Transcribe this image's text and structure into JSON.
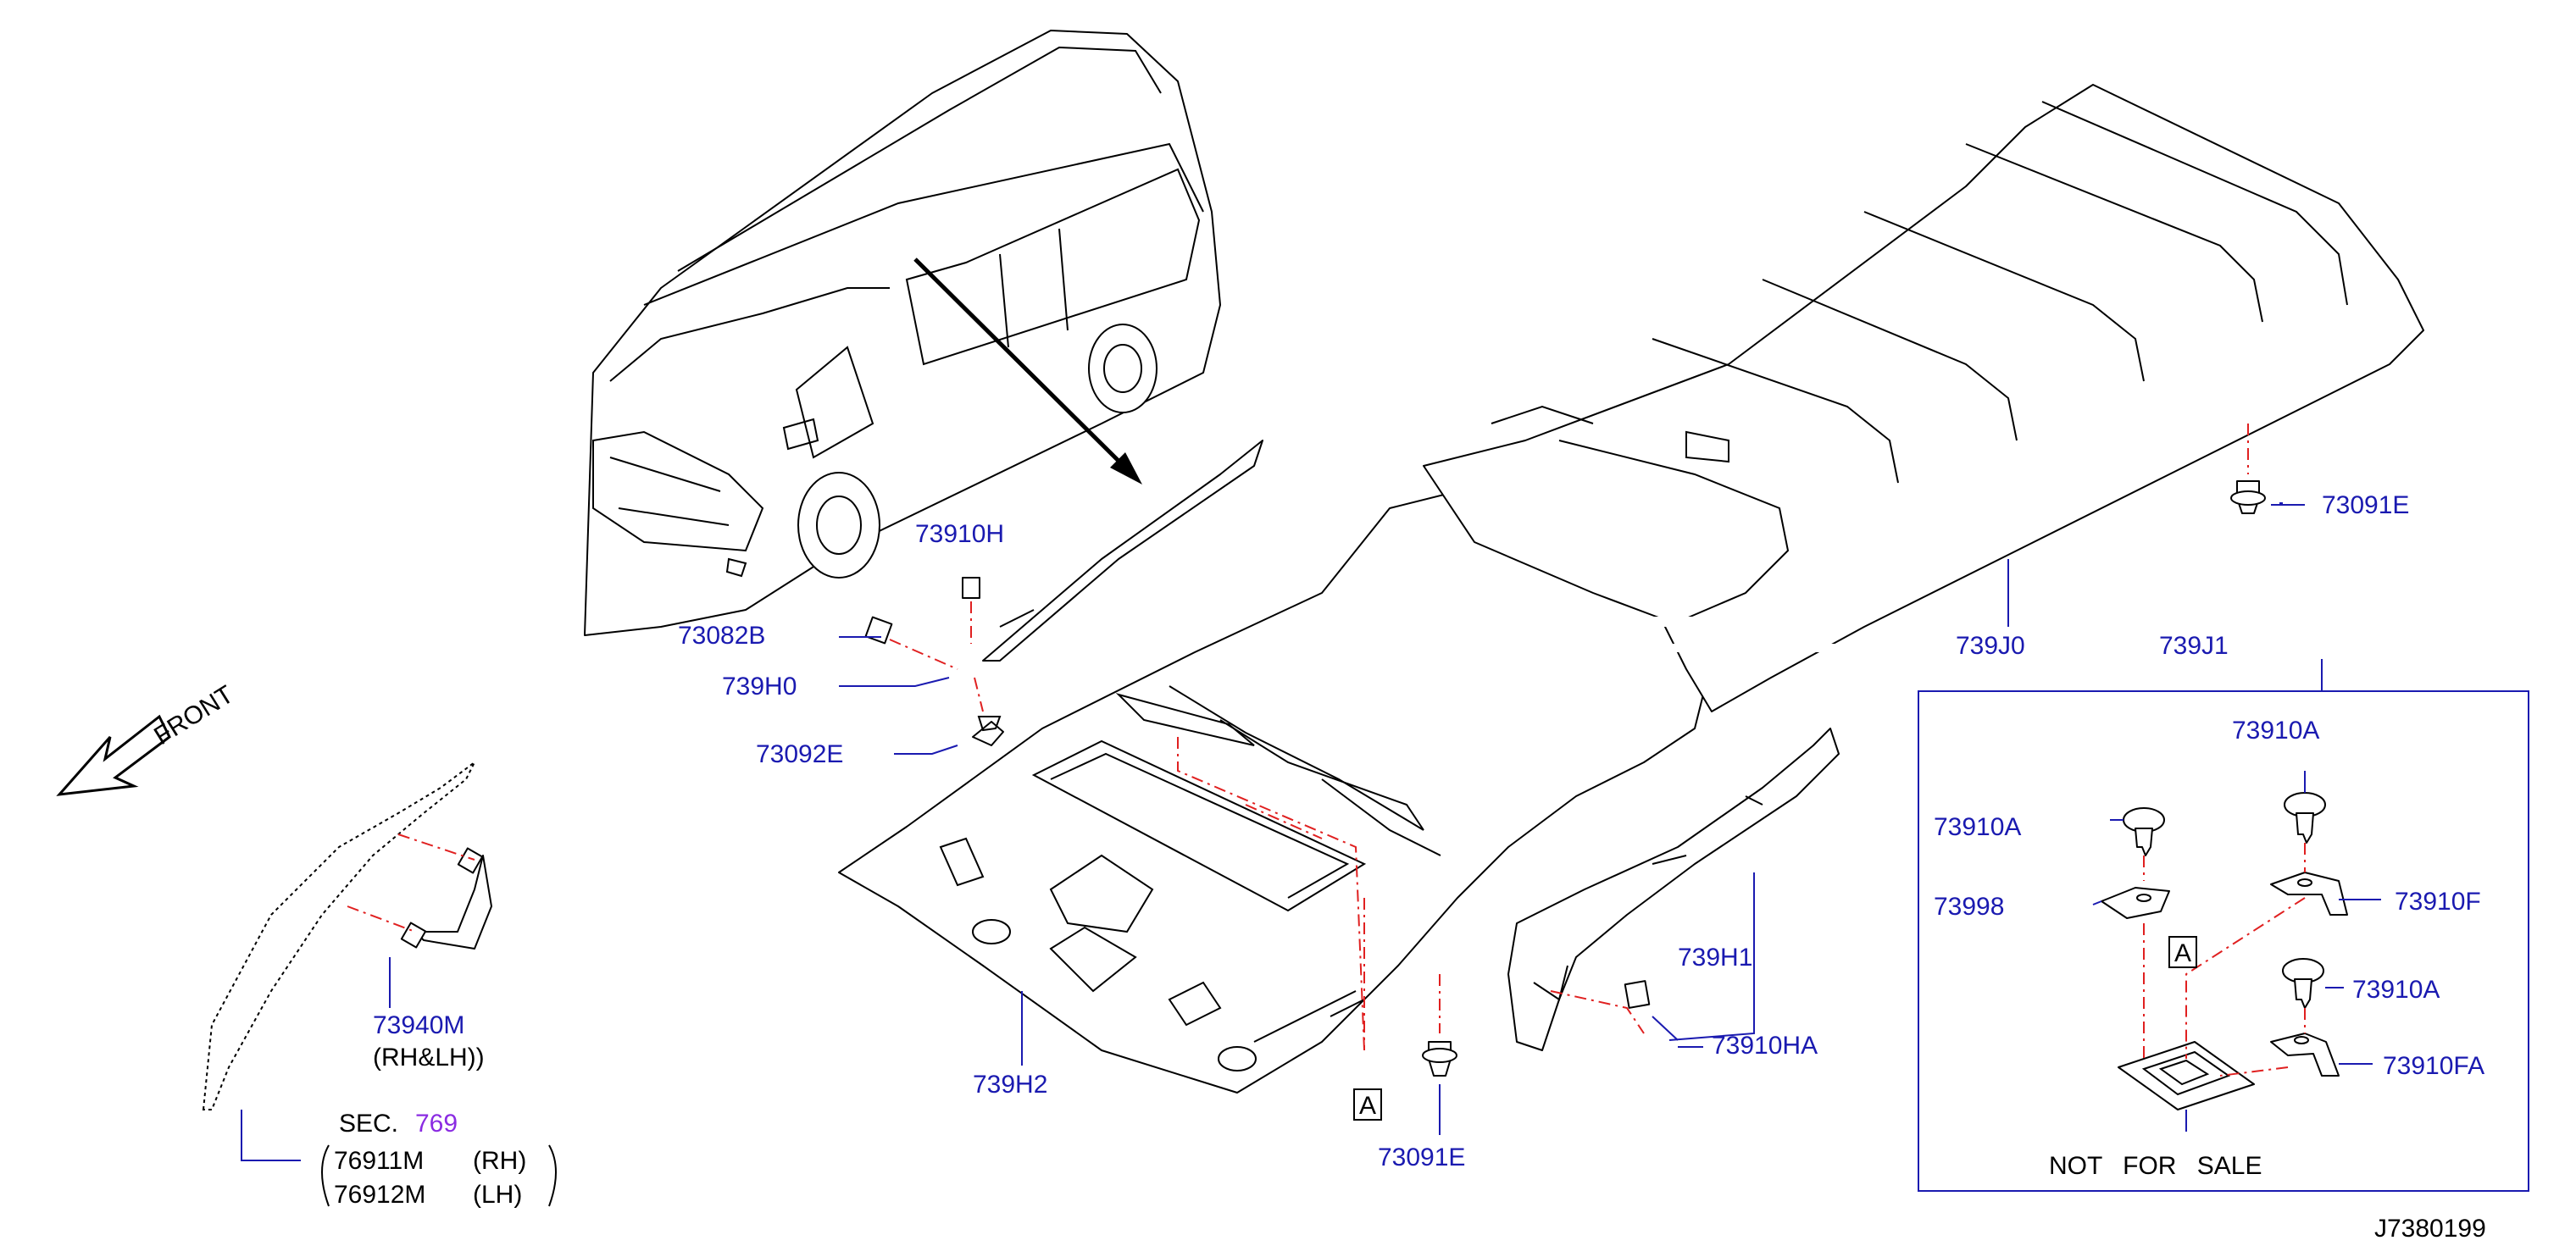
{
  "diagram_code": "J7380199",
  "front_label": "FRONT",
  "not_for_sale": "NOT FOR SALE",
  "section_ref": {
    "prefix": "SEC.",
    "number": "769"
  },
  "trim_parts": [
    {
      "number": "76911M",
      "side": "(RH)"
    },
    {
      "number": "76912M",
      "side": "(LH)"
    }
  ],
  "labels": {
    "p73910H": "73910H",
    "p73082B": "73082B",
    "p739H0": "739H0",
    "p73092E": "73092E",
    "p73940M": "73940M",
    "rh_lh": "(RH&LH))",
    "p739H2": "739H2",
    "p73091E_bottom": "73091E",
    "p739H1": "739H1",
    "p73910HA": "73910HA",
    "p73091E_right": "73091E",
    "p739J0": "739J0",
    "p739J1": "739J1"
  },
  "detail_box": {
    "p73910A_top": "73910A",
    "p73910A_left": "73910A",
    "p73998": "73998",
    "p73910F": "73910F",
    "p73910A_mid": "73910A",
    "p73910FA": "73910FA"
  },
  "ref_marker": "A",
  "colors": {
    "label": "#1a1ab0",
    "section_number": "#8a2be2",
    "phantom_line": "#e02020"
  }
}
